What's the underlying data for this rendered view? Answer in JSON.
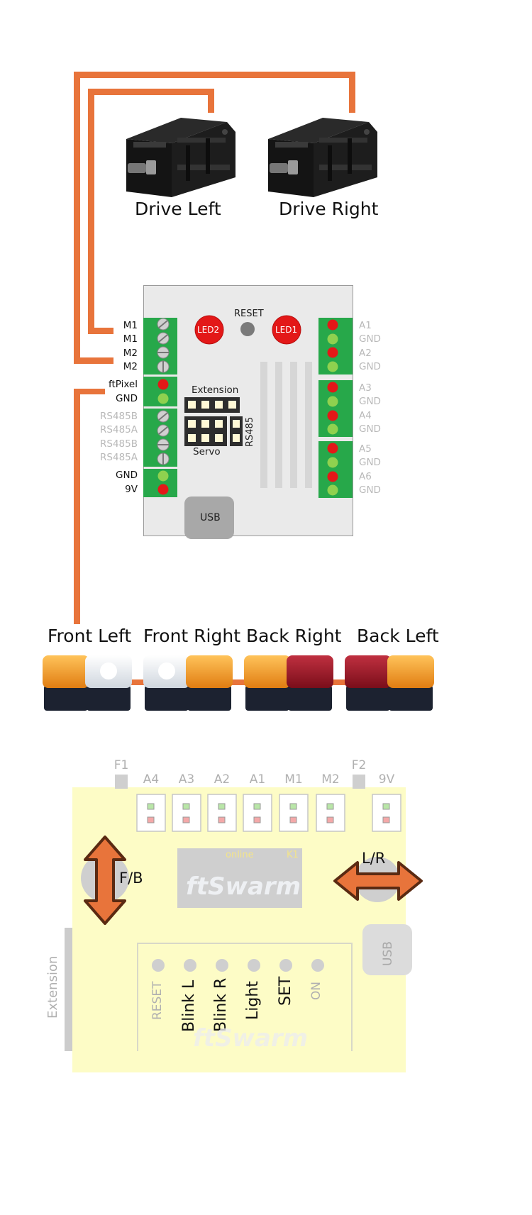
{
  "motors": {
    "left_label": "Drive Left",
    "right_label": "Drive Right"
  },
  "controller": {
    "reset_label": "RESET",
    "led2_label": "LED2",
    "led1_label": "LED1",
    "extension_label": "Extension",
    "servo_label": "Servo",
    "rs485_label": "RS485",
    "usb_label": "USB",
    "left_pins": [
      {
        "label": "M1",
        "active": true
      },
      {
        "label": "M1",
        "active": true
      },
      {
        "label": "M2",
        "active": true
      },
      {
        "label": "M2",
        "active": true
      },
      {
        "label": "ftPixel",
        "active": true
      },
      {
        "label": "GND",
        "active": true
      },
      {
        "label": "RS485B",
        "active": false
      },
      {
        "label": "RS485A",
        "active": false
      },
      {
        "label": "RS485B",
        "active": false
      },
      {
        "label": "RS485A",
        "active": false
      },
      {
        "label": "GND",
        "active": true
      },
      {
        "label": "9V",
        "active": true
      }
    ],
    "right_pins": [
      "A1",
      "GND",
      "A2",
      "GND",
      "A3",
      "GND",
      "A4",
      "GND",
      "A5",
      "GND",
      "A6",
      "GND"
    ]
  },
  "leds": {
    "front_left": "Front Left",
    "front_right": "Front Right",
    "back_right": "Back Right",
    "back_left": "Back Left"
  },
  "gamepad": {
    "top_pins": [
      "F1",
      "A4",
      "A3",
      "A2",
      "A1",
      "M1",
      "M2",
      "F2",
      "9V"
    ],
    "fb_label": "F/B",
    "lr_label": "L/R",
    "online_label": "online",
    "k1_label": "K1",
    "logo_text": "ftSwarm",
    "usb_label": "USB",
    "extension_label": "Extension",
    "buttons": [
      {
        "label": "RESET",
        "active": false
      },
      {
        "label": "Blink L",
        "active": true
      },
      {
        "label": "Blink R",
        "active": true
      },
      {
        "label": "Light",
        "active": true
      },
      {
        "label": "SET",
        "active": true
      },
      {
        "label": "ON",
        "active": false
      }
    ],
    "bottom_logo": "ftSwarm"
  },
  "colors": {
    "wire": "#e8743b",
    "terminal_green": "#27a84a",
    "led_red": "#e31818",
    "pin_green": "#8fd14f",
    "pad_yellow": "#fdfcc6",
    "arrow_orange": "#e8743b",
    "arrow_dark": "#5a2a12"
  }
}
